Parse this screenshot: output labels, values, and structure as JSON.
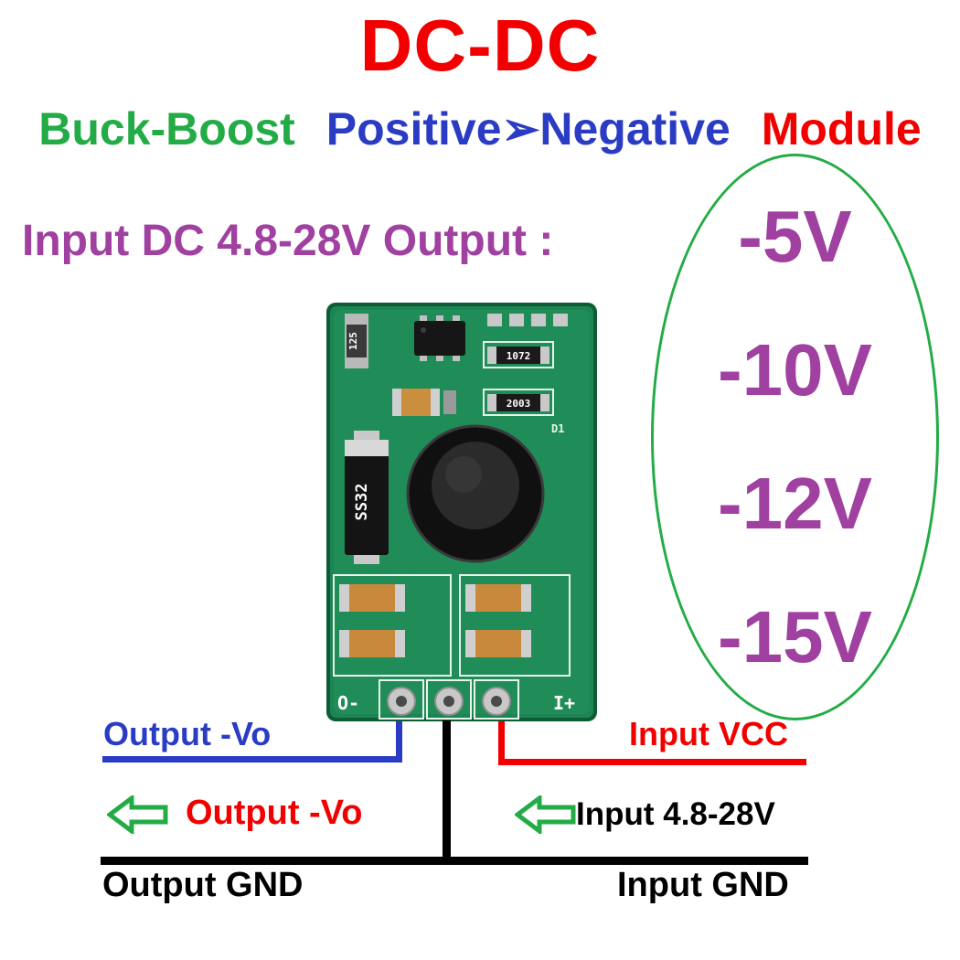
{
  "title": "DC-DC",
  "subtitle": {
    "buck_boost": "Buck-Boost",
    "positive_negative": "Positive➢Negative",
    "module": "Module"
  },
  "spec_line": "Input DC 4.8-28V Output :",
  "output_options": [
    "-5V",
    "-10V",
    "-12V",
    "-15V"
  ],
  "wiring_labels": {
    "output_vo": "Output -Vo",
    "input_vcc": "Input VCC",
    "output_vo_arrow": "Output -Vo",
    "input_range_arrow": "Input 4.8-28V",
    "output_gnd": "Output GND",
    "input_gnd": "Input GND"
  },
  "pcb_markings": {
    "comp_125": "125",
    "comp_1072": "1072",
    "comp_2003": "2003",
    "diode": "SS32",
    "designator_d1": "D1",
    "pad_negative": "O-",
    "pad_positive": "I+"
  },
  "colors": {
    "title_red": "#f20000",
    "green": "#23ac46",
    "blue": "#2b3cc4",
    "purple": "#a040a0",
    "wire_black": "#000000",
    "pcb_green": "#1d8553"
  }
}
